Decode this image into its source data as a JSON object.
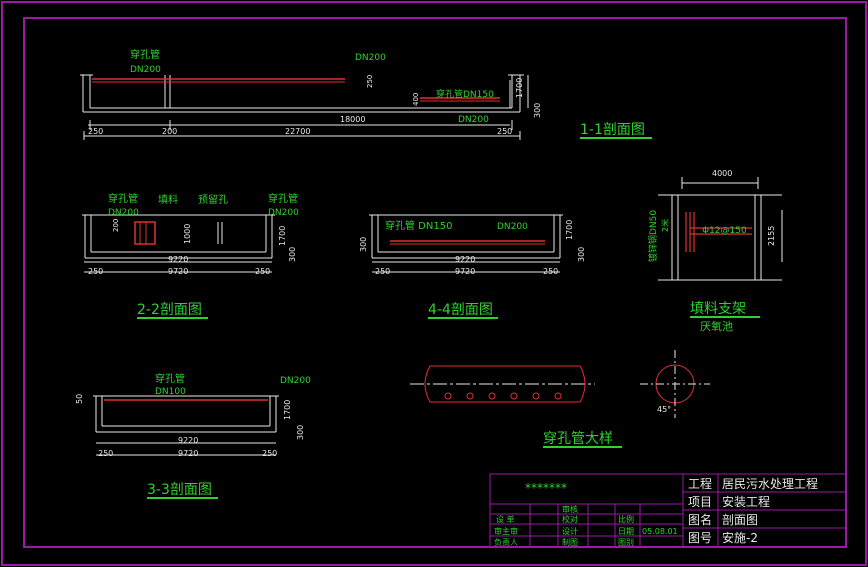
{
  "drawing": {
    "sections": {
      "s11": {
        "title": "1-1剖面图",
        "pipe_left": "穿孔管",
        "pipe_left_dn": "DN200",
        "pipe_right_dn": "DN200",
        "pipe_low": "穿孔管DN150",
        "pipe_low2": "DN200",
        "dim_18000": "18000",
        "dim_22700": "22700",
        "dim_250a": "250",
        "dim_200": "200",
        "dim_250b": "250",
        "dim_1700": "1700",
        "dim_300": "300",
        "dim_400": "400",
        "dim_250c": "250"
      },
      "s22": {
        "title": "2-2剖面图",
        "pipe_l": "穿孔管",
        "pipe_l_dn": "DN200",
        "fill": "填料",
        "hole": "预留孔",
        "pipe_r": "穿孔管",
        "pipe_r_dn": "DN200",
        "dim_9220": "9220",
        "dim_9720": "9720",
        "dim_250a": "250",
        "dim_250b": "250",
        "dim_1700": "1700",
        "dim_300": "300",
        "dim_1000": "1000",
        "dim_200": "200"
      },
      "s44": {
        "title": "4-4剖面图",
        "pipe": "穿孔管 DN150",
        "pipe_dn": "DN200",
        "dim_9220": "9220",
        "dim_9720": "9720",
        "dim_250a": "250",
        "dim_250b": "250",
        "dim_1700": "1700",
        "dim_300": "300",
        "dim_300b": "300"
      },
      "s33": {
        "title": "3-3剖面图",
        "pipe": "穿孔管",
        "pipe_dn": "DN100",
        "pipe_dn2": "DN200",
        "dim_9220": "9220",
        "dim_9720": "9720",
        "dim_250a": "250",
        "dim_250b": "250",
        "dim_1700": "1700",
        "dim_300": "300",
        "dim_50": "50"
      },
      "frame": {
        "title": "填料支架",
        "sub": "厌氧池",
        "dim_4000": "4000",
        "dim_2155": "2155",
        "bar": "Φ12@150",
        "rod": "镀锌钢DN50",
        "len": "2米"
      },
      "pipe_detail": {
        "title": "穿孔管大样",
        "angle": "45°"
      }
    },
    "title_block": {
      "stars": "*******",
      "rows": [
        {
          "k": "工程",
          "v": "居民污水处理工程"
        },
        {
          "k": "项目",
          "v": "安装工程"
        },
        {
          "k": "图名",
          "v": "剖面图"
        },
        {
          "k": "图号",
          "v": "安施-2"
        }
      ],
      "roles": [
        "设 单",
        "审主审",
        "负责人"
      ],
      "checks": [
        "审核",
        "校对",
        "设计",
        "制图"
      ],
      "meta": [
        "比例",
        "日期",
        "图别"
      ],
      "date": "05.08.01"
    },
    "colors": {
      "bg": "#000000",
      "border": "#9a1aa3",
      "dim": "#2ed12e",
      "line": "#e8e8e8",
      "pipe": "#e03030"
    }
  }
}
